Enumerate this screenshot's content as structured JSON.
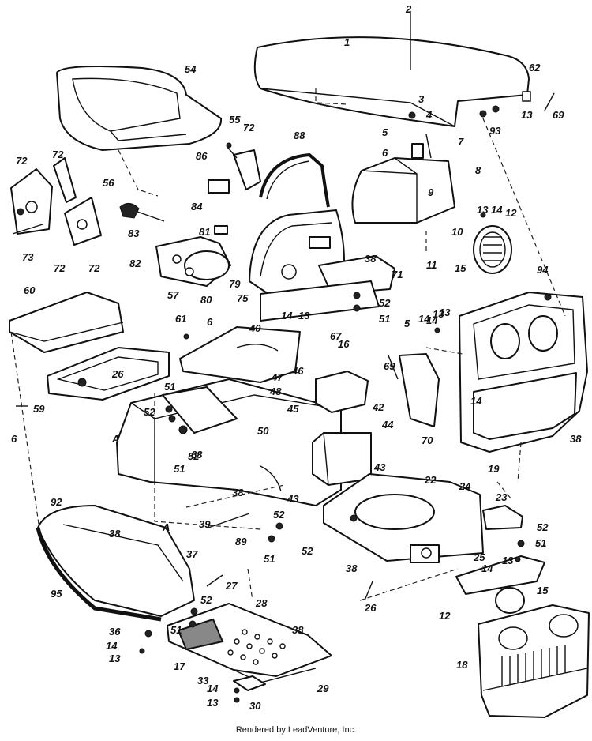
{
  "diagram": {
    "callouts": [
      {
        "id": "c2",
        "text": "2"
      },
      {
        "id": "c1",
        "text": "1"
      },
      {
        "id": "c54",
        "text": "54"
      },
      {
        "id": "c62",
        "text": "62"
      },
      {
        "id": "c69a",
        "text": "69"
      },
      {
        "id": "c13a",
        "text": "13"
      },
      {
        "id": "c93",
        "text": "93"
      },
      {
        "id": "c3",
        "text": "3"
      },
      {
        "id": "c4",
        "text": "4"
      },
      {
        "id": "c5a",
        "text": "5"
      },
      {
        "id": "c6a",
        "text": "6"
      },
      {
        "id": "c7",
        "text": "7"
      },
      {
        "id": "c8",
        "text": "8"
      },
      {
        "id": "c9",
        "text": "9"
      },
      {
        "id": "c55",
        "text": "55"
      },
      {
        "id": "c72a",
        "text": "72"
      },
      {
        "id": "c88",
        "text": "88"
      },
      {
        "id": "c72b",
        "text": "72"
      },
      {
        "id": "c72c",
        "text": "72"
      },
      {
        "id": "c86",
        "text": "86"
      },
      {
        "id": "c56",
        "text": "56"
      },
      {
        "id": "c73",
        "text": "73"
      },
      {
        "id": "c72d",
        "text": "72"
      },
      {
        "id": "c72e",
        "text": "72"
      },
      {
        "id": "c84",
        "text": "84"
      },
      {
        "id": "c81",
        "text": "81"
      },
      {
        "id": "c83",
        "text": "83"
      },
      {
        "id": "c82",
        "text": "82"
      },
      {
        "id": "c57",
        "text": "57"
      },
      {
        "id": "c80",
        "text": "80"
      },
      {
        "id": "c79",
        "text": "79"
      },
      {
        "id": "c75",
        "text": "75"
      },
      {
        "id": "c13b",
        "text": "13"
      },
      {
        "id": "c14a",
        "text": "14"
      },
      {
        "id": "c12a",
        "text": "12"
      },
      {
        "id": "c10",
        "text": "10"
      },
      {
        "id": "c11",
        "text": "11"
      },
      {
        "id": "c15a",
        "text": "15"
      },
      {
        "id": "c38a",
        "text": "38"
      },
      {
        "id": "c71",
        "text": "71"
      },
      {
        "id": "c52a",
        "text": "52"
      },
      {
        "id": "c51a",
        "text": "51"
      },
      {
        "id": "c94",
        "text": "94"
      },
      {
        "id": "c14b",
        "text": "14"
      },
      {
        "id": "c13c",
        "text": "13"
      },
      {
        "id": "c60",
        "text": "60"
      },
      {
        "id": "c61",
        "text": "61"
      },
      {
        "id": "c6b",
        "text": "6"
      },
      {
        "id": "c40",
        "text": "40"
      },
      {
        "id": "c14c",
        "text": "14"
      },
      {
        "id": "c13d",
        "text": "13"
      },
      {
        "id": "c67",
        "text": "67"
      },
      {
        "id": "c5b",
        "text": "5"
      },
      {
        "id": "c14d",
        "text": "14"
      },
      {
        "id": "c13e",
        "text": "13"
      },
      {
        "id": "c16",
        "text": "16"
      },
      {
        "id": "c47",
        "text": "47"
      },
      {
        "id": "c46",
        "text": "46"
      },
      {
        "id": "c26a",
        "text": "26"
      },
      {
        "id": "c48",
        "text": "48"
      },
      {
        "id": "c69b",
        "text": "69"
      },
      {
        "id": "c14e",
        "text": "14"
      },
      {
        "id": "c51b",
        "text": "51"
      },
      {
        "id": "c45",
        "text": "45"
      },
      {
        "id": "c42",
        "text": "42"
      },
      {
        "id": "c59",
        "text": "59"
      },
      {
        "id": "c52b",
        "text": "52"
      },
      {
        "id": "c44",
        "text": "44"
      },
      {
        "id": "c6c",
        "text": "6"
      },
      {
        "id": "c50",
        "text": "50"
      },
      {
        "id": "cA1",
        "text": "A"
      },
      {
        "id": "c52c",
        "text": "52"
      },
      {
        "id": "c63",
        "text": "63"
      },
      {
        "id": "c70",
        "text": "70"
      },
      {
        "id": "c38b",
        "text": "38"
      },
      {
        "id": "c51c",
        "text": "51"
      },
      {
        "id": "c19",
        "text": "19"
      },
      {
        "id": "c43a",
        "text": "43"
      },
      {
        "id": "c38c",
        "text": "38"
      },
      {
        "id": "c22",
        "text": "22"
      },
      {
        "id": "c24",
        "text": "24"
      },
      {
        "id": "c92",
        "text": "92"
      },
      {
        "id": "c43b",
        "text": "43"
      },
      {
        "id": "c23",
        "text": "23"
      },
      {
        "id": "c39",
        "text": "39"
      },
      {
        "id": "c52d",
        "text": "52"
      },
      {
        "id": "cA2",
        "text": "A"
      },
      {
        "id": "c89",
        "text": "89"
      },
      {
        "id": "c38d",
        "text": "38"
      },
      {
        "id": "c51d",
        "text": "51"
      },
      {
        "id": "c52e",
        "text": "52"
      },
      {
        "id": "c52f",
        "text": "52"
      },
      {
        "id": "c51e",
        "text": "51"
      },
      {
        "id": "c38e",
        "text": "38"
      },
      {
        "id": "c25",
        "text": "25"
      },
      {
        "id": "c13f",
        "text": "13"
      },
      {
        "id": "c14f",
        "text": "14"
      },
      {
        "id": "c37",
        "text": "37"
      },
      {
        "id": "c27",
        "text": "27"
      },
      {
        "id": "c95",
        "text": "95"
      },
      {
        "id": "c26b",
        "text": "26"
      },
      {
        "id": "c15b",
        "text": "15"
      },
      {
        "id": "c12b",
        "text": "12"
      },
      {
        "id": "c52g",
        "text": "52"
      },
      {
        "id": "c28",
        "text": "28"
      },
      {
        "id": "c36",
        "text": "36"
      },
      {
        "id": "c51f",
        "text": "51"
      },
      {
        "id": "c38f",
        "text": "38"
      },
      {
        "id": "c14g",
        "text": "14"
      },
      {
        "id": "c13g",
        "text": "13"
      },
      {
        "id": "c17",
        "text": "17"
      },
      {
        "id": "c18",
        "text": "18"
      },
      {
        "id": "c33",
        "text": "33"
      },
      {
        "id": "c29",
        "text": "29"
      },
      {
        "id": "c14h",
        "text": "14"
      },
      {
        "id": "c13h",
        "text": "13"
      },
      {
        "id": "c30",
        "text": "30"
      }
    ]
  },
  "footer": {
    "text": "Rendered by LeadVenture, Inc."
  }
}
